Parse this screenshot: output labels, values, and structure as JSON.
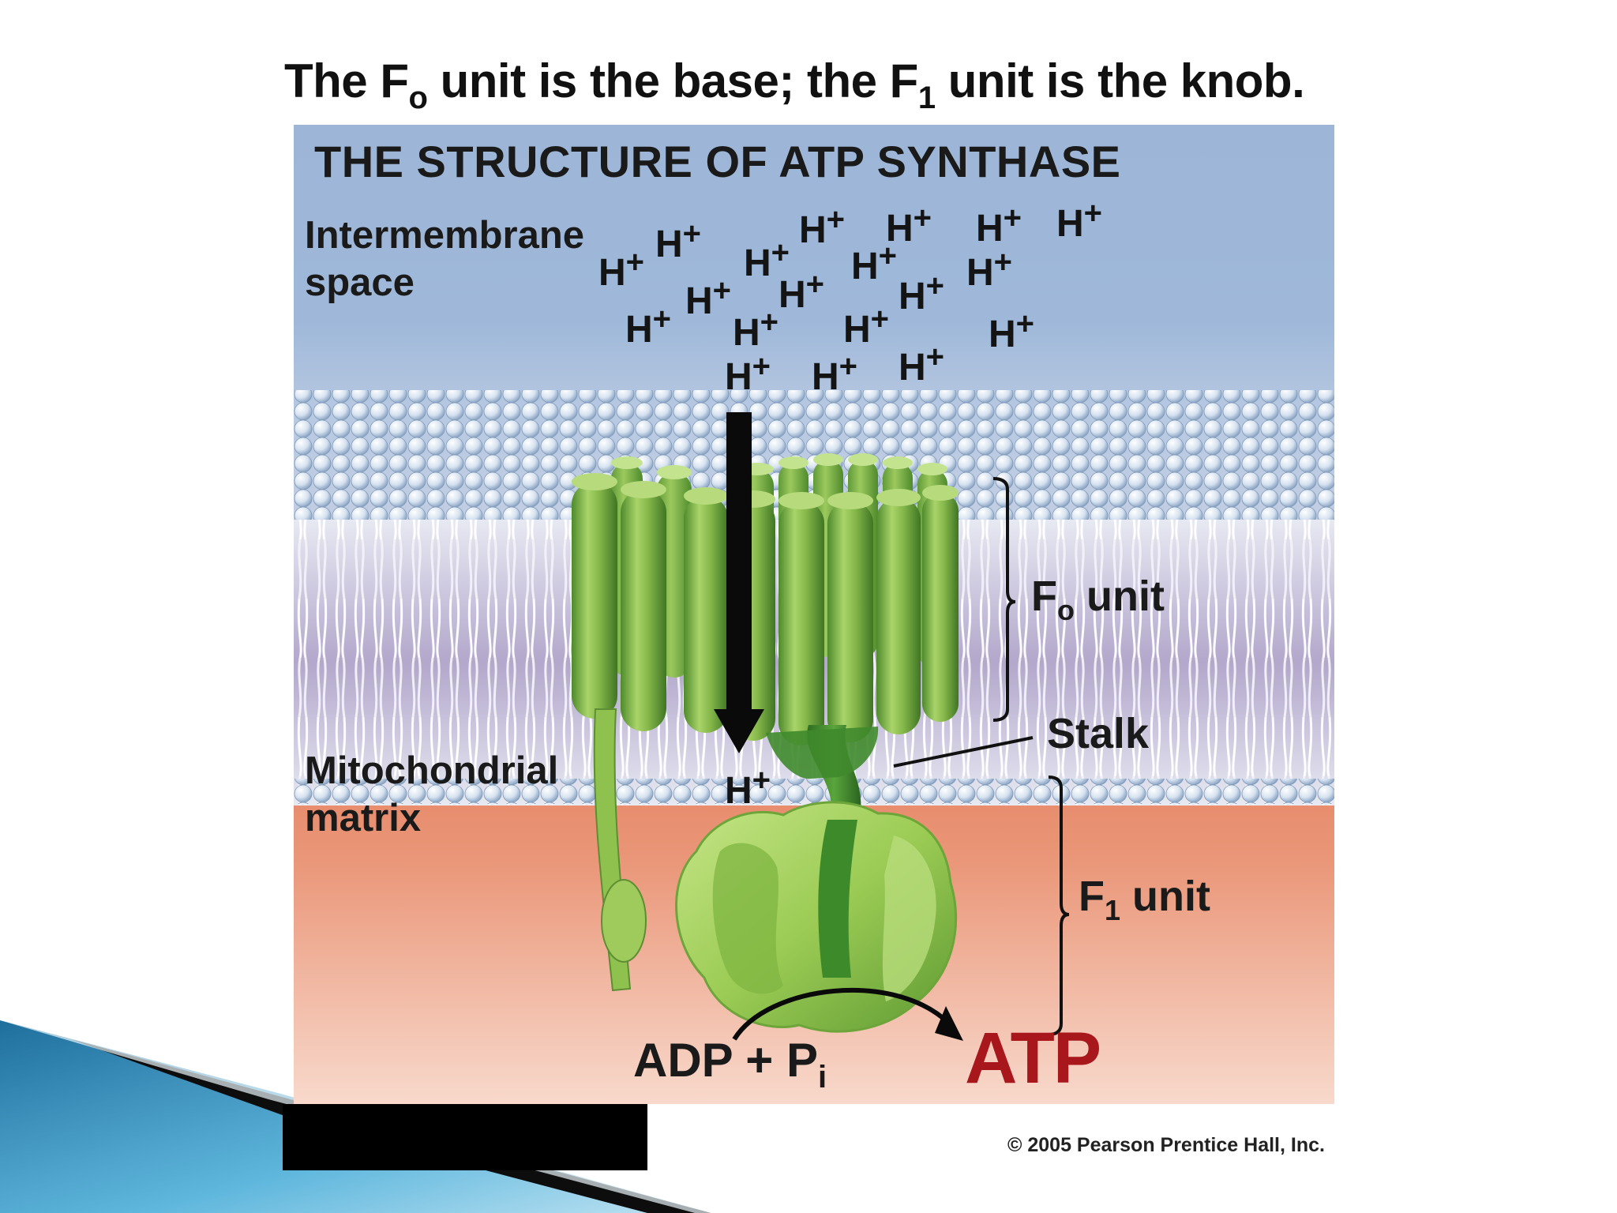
{
  "slide": {
    "title": {
      "pre": "The F",
      "sub1": "o",
      "mid": " unit is the base; the F",
      "sub2": "1",
      "post": " unit is the knob."
    },
    "credit": "© 2005 Pearson Prentice Hall, Inc."
  },
  "figure": {
    "heading": "THE STRUCTURE OF ATP SYNTHASE",
    "intermembrane_label": [
      "Intermembrane",
      "space"
    ],
    "matrix_label": [
      "Mitochondrial",
      "matrix"
    ],
    "proton": {
      "base": "H",
      "charge": "+"
    },
    "fo_label": {
      "pre": "F",
      "sub": "o",
      "post": " unit"
    },
    "f1_label": {
      "pre": "F",
      "sub": "1",
      "post": " unit"
    },
    "stalk_label": "Stalk",
    "reactants": {
      "adp": "ADP",
      "plus": " + ",
      "p": "P",
      "p_sub": "i"
    },
    "product": "ATP"
  },
  "colors": {
    "intermembrane_top": "#9db6d8",
    "membrane_head": "#dfe8f3",
    "matrix": "#e27a59",
    "matrix_bottom": "#f8d9cc",
    "fo_green": "#86b84a",
    "f1_green": "#a5cf5a",
    "stalk_green": "#3e8a2d",
    "atp_red": "#a8171c",
    "slide_accent": "#3a9ac7"
  }
}
